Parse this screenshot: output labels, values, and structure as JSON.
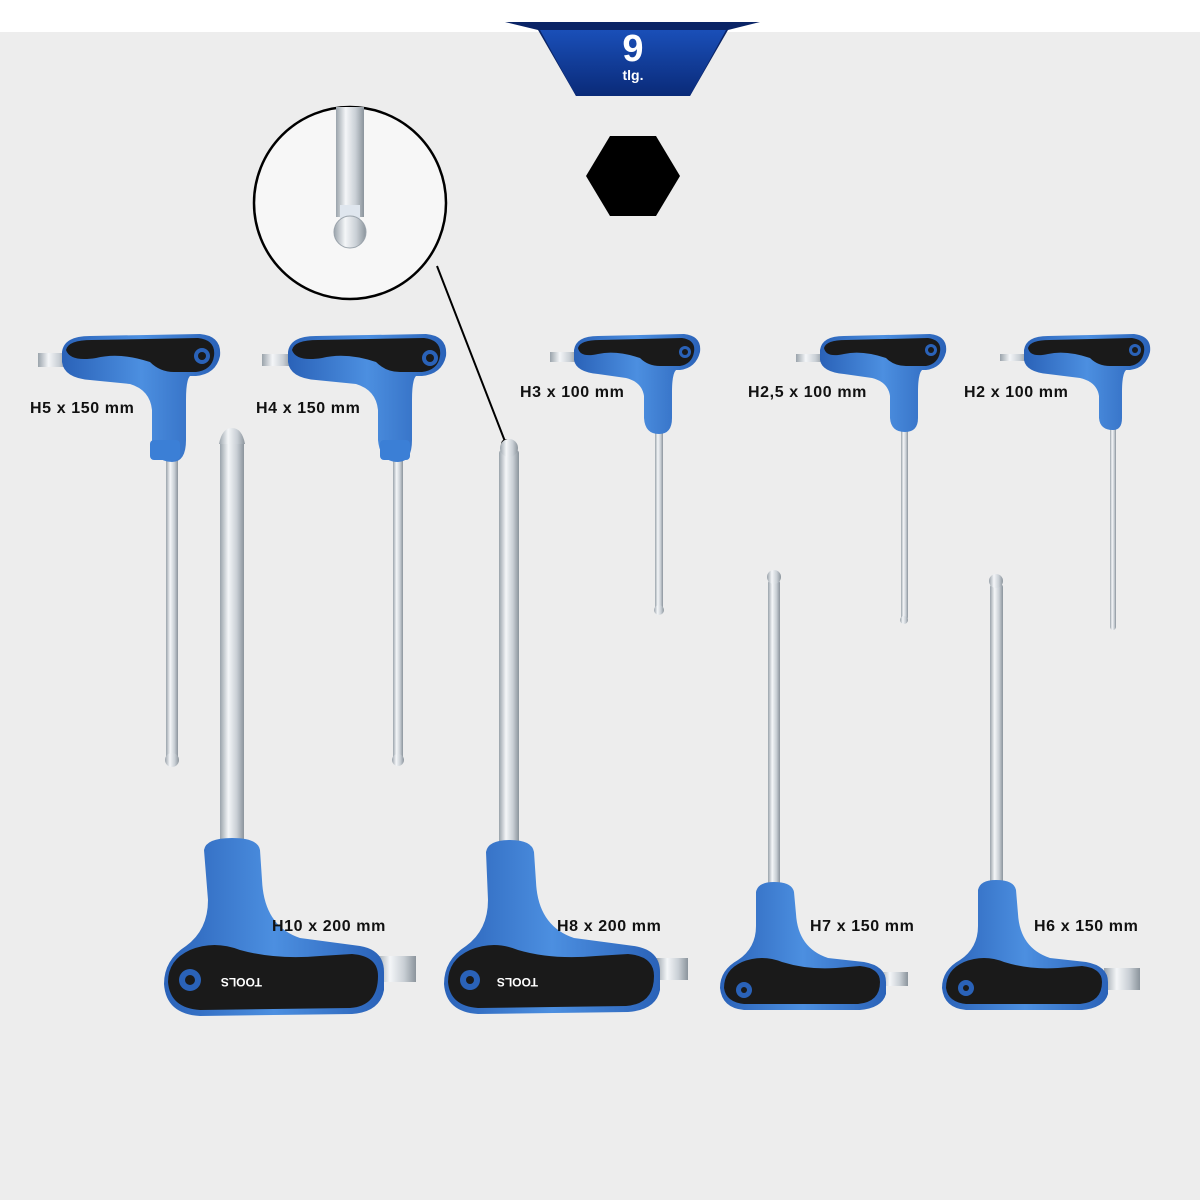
{
  "badge": {
    "count": "9",
    "unit": "tlg."
  },
  "brand": "TOOLS",
  "labels": {
    "h5": "H5 x 150 mm",
    "h4": "H4 x 150 mm",
    "h3": "H3 x 100 mm",
    "h25": "H2,5 x 100 mm",
    "h2": "H2 x 100 mm",
    "h10": "H10 x 200 mm",
    "h8": "H8 x 200 mm",
    "h7": "H7 x 150 mm",
    "h6": "H6 x 150 mm"
  },
  "colors": {
    "badge": "#0d3a96",
    "handle_blue": "#3b7fd6",
    "handle_black": "#1a1a1a",
    "shaft": "#d8dde2",
    "background": "#ededed"
  },
  "icons": [
    "hexagon-icon",
    "ball-end-zoom-icon"
  ]
}
